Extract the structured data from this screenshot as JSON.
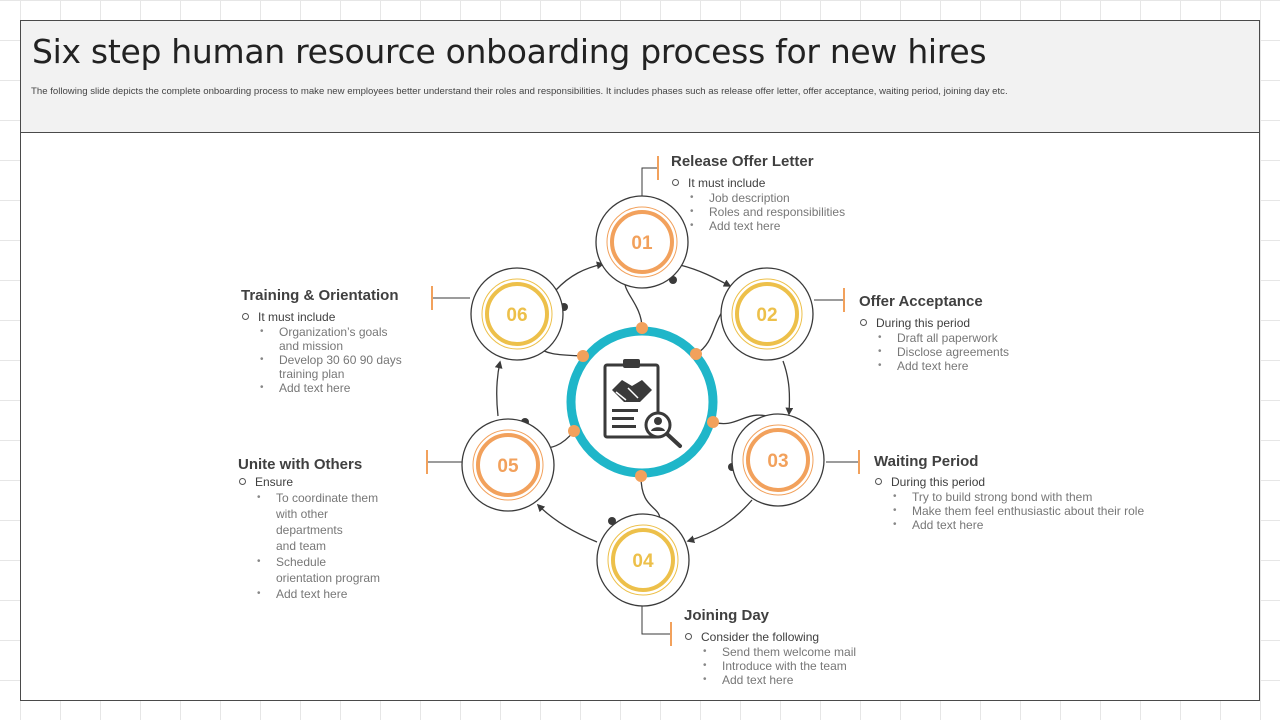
{
  "header": {
    "title": "Six step human resource onboarding process for new hires",
    "subtitle": "The following slide depicts the complete onboarding process to make new employees better understand their roles and responsibilities. It includes phases such as release offer letter, offer acceptance, waiting period, joining day etc."
  },
  "colors": {
    "orange": "#f2a15c",
    "yellow": "#edc04a",
    "cyan": "#1fb6c9",
    "marker": "#f2a15c",
    "line": "#3a3a3a"
  },
  "center_icon": "handshake-document-search-icon",
  "steps": [
    {
      "number": "01",
      "title": "Release Offer Letter",
      "lead": "It must include",
      "bullets": [
        "Job description",
        "Roles and responsibilities",
        "Add text here"
      ]
    },
    {
      "number": "02",
      "title": "Offer Acceptance",
      "lead": "During this period",
      "bullets": [
        "Draft all paperwork",
        "Disclose agreements",
        "Add text here"
      ]
    },
    {
      "number": "03",
      "title": "Waiting Period",
      "lead": "During this period",
      "bullets": [
        "Try to build strong bond with them",
        "Make them feel enthusiastic about their role",
        "Add text here"
      ]
    },
    {
      "number": "04",
      "title": "Joining Day",
      "lead": "Consider the following",
      "bullets": [
        "Send them welcome mail",
        "Introduce with the team",
        "Add text here"
      ]
    },
    {
      "number": "05",
      "title": "Unite with Others",
      "lead": "Ensure",
      "bullets": [
        "To coordinate them",
        "with other",
        "departments",
        "and team",
        "Schedule",
        "orientation program",
        "Add text here"
      ]
    },
    {
      "number": "06",
      "title": "Training & Orientation",
      "lead": "It must include",
      "bullets": [
        "Organization’s goals",
        "and mission",
        "Develop 30 60 90 days",
        "training plan",
        "Add text here"
      ]
    }
  ]
}
